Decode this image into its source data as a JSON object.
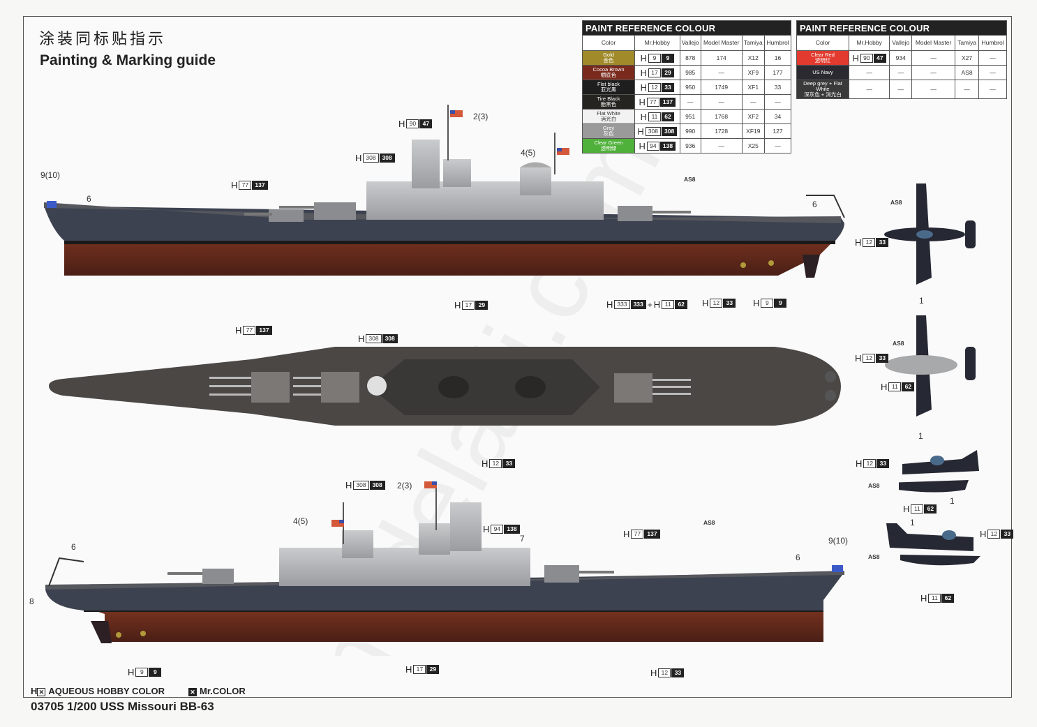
{
  "header": {
    "title_cn": "涂装同标贴指示",
    "title_en": "Painting & Marking guide"
  },
  "paint_table_main": {
    "title": "PAINT  REFERENCE COLOUR",
    "columns": [
      "Color",
      "Mr.Hobby",
      "Vallejo",
      "Model Master",
      "Tamiya",
      "Humbrol"
    ],
    "rows": [
      {
        "name_en": "Gold",
        "name_cn": "金色",
        "swatch": "#a08a2a",
        "h_white": "9",
        "h_black": "9",
        "vallejo": "878",
        "model_master": "174",
        "tamiya": "X12",
        "humbrol": "16"
      },
      {
        "name_en": "Cocoa Brown",
        "name_cn": "棚底色",
        "swatch": "#7a2a1c",
        "h_white": "17",
        "h_black": "29",
        "vallejo": "985",
        "model_master": "—",
        "tamiya": "XF9",
        "humbrol": "177"
      },
      {
        "name_en": "Flat black",
        "name_cn": "亚光黑",
        "swatch": "#1e1e1e",
        "h_white": "12",
        "h_black": "33",
        "vallejo": "950",
        "model_master": "1749",
        "tamiya": "XF1",
        "humbrol": "33"
      },
      {
        "name_en": "Tire Black",
        "name_cn": "胎黑色",
        "swatch": "#262420",
        "h_white": "77",
        "h_black": "137",
        "vallejo": "—",
        "model_master": "—",
        "tamiya": "—",
        "humbrol": "—"
      },
      {
        "name_en": "Flat White",
        "name_cn": "消光白",
        "swatch": "#f2f2f2",
        "h_white": "11",
        "h_black": "62",
        "vallejo": "951",
        "model_master": "1768",
        "tamiya": "XF2",
        "humbrol": "34"
      },
      {
        "name_en": "Grey",
        "name_cn": "灰色",
        "swatch": "#9a9a9a",
        "h_white": "308",
        "h_black": "308",
        "vallejo": "990",
        "model_master": "1728",
        "tamiya": "XF19",
        "humbrol": "127"
      },
      {
        "name_en": "Clear Green",
        "name_cn": "透明绿",
        "swatch": "#4fb03a",
        "h_white": "94",
        "h_black": "138",
        "vallejo": "936",
        "model_master": "—",
        "tamiya": "X25",
        "humbrol": "—"
      }
    ]
  },
  "paint_table_secondary": {
    "title": "PAINT  REFERENCE COLOUR",
    "columns": [
      "Color",
      "Mr.Hobby",
      "Vallejo",
      "Model Master",
      "Tamiya",
      "Humbrol"
    ],
    "rows": [
      {
        "name_en": "Clear Red",
        "name_cn": "透明红",
        "swatch": "#e23a2e",
        "h_white": "90",
        "h_black": "47",
        "vallejo": "934",
        "model_master": "—",
        "tamiya": "X27",
        "humbrol": "—"
      },
      {
        "name_en": "US Navy",
        "name_cn": "",
        "swatch": "#2a2a30",
        "h_white": "",
        "h_black": "",
        "vallejo": "—",
        "model_master": "—",
        "tamiya": "AS8",
        "humbrol": "—"
      },
      {
        "name_en": "Deep grey + Flat White",
        "name_cn": "深灰色 + 消光白",
        "swatch": "#3a3a3a",
        "h_white": "",
        "h_black": "",
        "vallejo": "—",
        "model_master": "—",
        "tamiya": "—",
        "humbrol": "—"
      }
    ]
  },
  "callouts": {
    "top_ship": [
      {
        "id": "9(10)",
        "label": "9(10)"
      },
      {
        "id": "6-bow",
        "label": "6"
      },
      {
        "id": "h77",
        "w": "77",
        "b": "137"
      },
      {
        "id": "h308",
        "w": "308",
        "b": "308"
      },
      {
        "id": "h90",
        "w": "90",
        "b": "47"
      },
      {
        "id": "flag23",
        "label": "2(3)"
      },
      {
        "id": "flag45",
        "label": "4(5)"
      },
      {
        "id": "as8",
        "label": "AS8"
      },
      {
        "id": "6-stern",
        "label": "6"
      },
      {
        "id": "h17",
        "w": "17",
        "b": "29"
      },
      {
        "id": "h12",
        "w": "12",
        "b": "33"
      },
      {
        "id": "h9",
        "w": "9",
        "b": "9"
      }
    ],
    "plan_view": [
      {
        "id": "h77",
        "w": "77",
        "b": "137"
      },
      {
        "id": "h308",
        "w": "308",
        "b": "308"
      },
      {
        "id": "h333",
        "w": "333",
        "b": "333",
        "plus_w": "11",
        "plus_b": "62"
      },
      {
        "id": "h12",
        "w": "12",
        "b": "33"
      }
    ],
    "bottom_ship": [
      {
        "id": "h308",
        "w": "308",
        "b": "308"
      },
      {
        "id": "flag23",
        "label": "2(3)"
      },
      {
        "id": "flag45",
        "label": "4(5)"
      },
      {
        "id": "h94",
        "w": "94",
        "b": "138"
      },
      {
        "id": "seven",
        "label": "7"
      },
      {
        "id": "h77",
        "w": "77",
        "b": "137"
      },
      {
        "id": "as8",
        "label": "AS8"
      },
      {
        "id": "9(10)",
        "label": "9(10)"
      },
      {
        "id": "6-stern",
        "label": "6"
      },
      {
        "id": "6-bow",
        "label": "6"
      },
      {
        "id": "eight",
        "label": "8"
      },
      {
        "id": "h9",
        "w": "9",
        "b": "9"
      },
      {
        "id": "h17",
        "w": "17",
        "b": "29"
      },
      {
        "id": "h12",
        "w": "12",
        "b": "33"
      }
    ],
    "aircraft": [
      {
        "id": "a1-as8",
        "label": "AS8"
      },
      {
        "id": "a1-h12",
        "w": "12",
        "b": "33"
      },
      {
        "id": "a1-1",
        "label": "1"
      },
      {
        "id": "a2-as8",
        "label": "AS8"
      },
      {
        "id": "a2-h12",
        "w": "12",
        "b": "33"
      },
      {
        "id": "a2-h11",
        "w": "11",
        "b": "62"
      },
      {
        "id": "a2-1",
        "label": "1"
      },
      {
        "id": "a3-h12",
        "w": "12",
        "b": "33"
      },
      {
        "id": "a3-as8",
        "label": "AS8"
      },
      {
        "id": "a3-1",
        "label": "1"
      },
      {
        "id": "a3-h11",
        "w": "11",
        "b": "62"
      },
      {
        "id": "a4-1",
        "label": "1"
      },
      {
        "id": "a4-h12",
        "w": "12",
        "b": "33"
      },
      {
        "id": "a4-as8",
        "label": "AS8"
      },
      {
        "id": "a4-h11",
        "w": "11",
        "b": "62"
      }
    ]
  },
  "legend": {
    "aqueous_prefix": "H",
    "aqueous_label": "AQUEOUS HOBBY COLOR",
    "mr_color_label": "Mr.COLOR"
  },
  "footer": {
    "code": "03705 1/200 USS Missouri BB-63"
  },
  "colors": {
    "hull_upper": "#3d4250",
    "hull_lower": "#6a2e1f",
    "deck": "#4a4745",
    "superstructure": "#b9bbbe",
    "aircraft": "#262833"
  }
}
